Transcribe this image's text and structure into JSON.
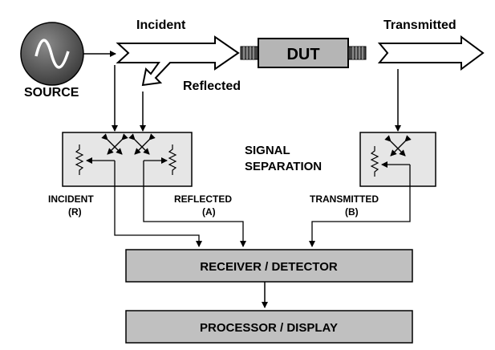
{
  "labels": {
    "incident": "Incident",
    "transmitted": "Transmitted",
    "reflected": "Reflected",
    "source": "SOURCE",
    "dut": "DUT",
    "signal_separation_line1": "SIGNAL",
    "signal_separation_line2": "SEPARATION",
    "incident_port": "INCIDENT",
    "incident_port_id": "(R)",
    "reflected_port": "REFLECTED",
    "reflected_port_id": "(A)",
    "transmitted_port": "TRANSMITTED",
    "transmitted_port_id": "(B)",
    "receiver": "RECEIVER / DETECTOR",
    "processor": "PROCESSOR / DISPLAY"
  },
  "colors": {
    "box_fill": "#c0c0c0",
    "coupler_fill": "#e6e6e6",
    "source_fill": "#555555",
    "stroke": "#000000"
  }
}
